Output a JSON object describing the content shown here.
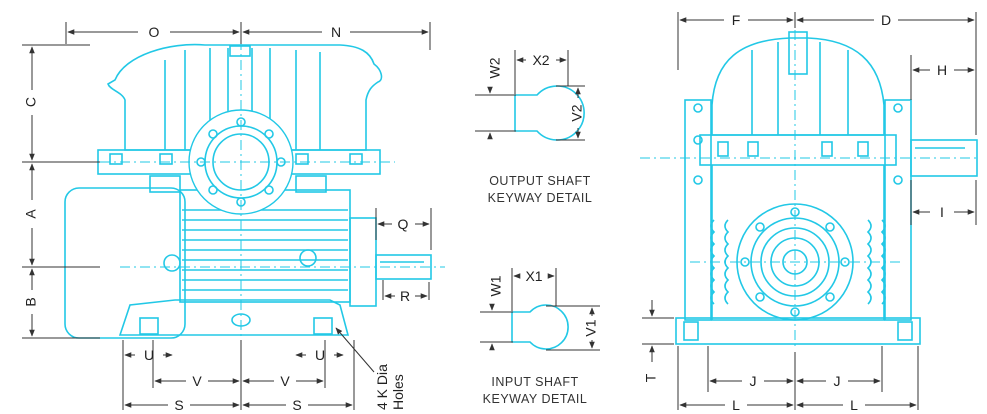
{
  "dimensions": {
    "O": "O",
    "N": "N",
    "C": "C",
    "A": "A",
    "B": "B",
    "Q": "Q",
    "R": "R",
    "U": "U",
    "V": "V",
    "S": "S",
    "W2": "W2",
    "X2": "X2",
    "V2": "V2",
    "W1": "W1",
    "X1": "X1",
    "V1": "V1",
    "F": "F",
    "D": "D",
    "H": "H",
    "I": "I",
    "T": "T",
    "J": "J",
    "L": "L"
  },
  "notes": {
    "holes_line1": "4 K Dia",
    "holes_line2": "Holes"
  },
  "captions": {
    "output_line1": "OUTPUT SHAFT",
    "output_line2": "KEYWAY DETAIL",
    "input_line1": "INPUT SHAFT",
    "input_line2": "KEYWAY DETAIL"
  },
  "colors": {
    "drawing": "#22c8e6",
    "dimension": "#333333",
    "background": "#ffffff"
  }
}
